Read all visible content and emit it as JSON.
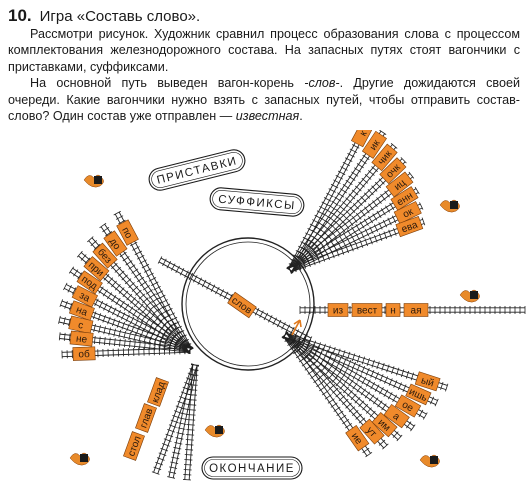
{
  "exercise": {
    "number": "10.",
    "title": "Игра «Составь слово».",
    "paragraph1": "Рассмотри рисунок. Художник сравнил процесс образования слова с процессом комплектования железнодорожного состава. На запасных путях стоят вагончики с приставками, суффиксами.",
    "p2_part1": "На основной путь выведен вагон-корень ",
    "p2_root": "-слов-",
    "p2_part2": ". Другие дожидаются своей очереди. Какие вагончики нужно взять с запасных путей, чтобы отправить состав-слово? Один состав уже отправлен — ",
    "p2_example": "известная",
    "p2_end": "."
  },
  "diagram": {
    "signs": {
      "prefixes": "ПРИСТАВКИ",
      "suffixes": "СУФФИКСЫ",
      "ending": "ОКОНЧАНИЕ"
    },
    "root_wagon": "слов",
    "prefix_wagons": [
      "по",
      "до",
      "без",
      "при",
      "под",
      "за",
      "на",
      "с",
      "не",
      "об"
    ],
    "suffix_wagons": [
      "к",
      "ик",
      "чик",
      "очк",
      "иц",
      "енн",
      "ок",
      "ева"
    ],
    "departed_train": [
      "из",
      "вест",
      "н",
      "ая"
    ],
    "ending_wagons": [
      "ый",
      "ишь",
      "ое",
      "а",
      "им",
      "ут",
      "ие"
    ],
    "bottom_wagons": [
      "стол",
      "глав",
      "клад"
    ],
    "colors": {
      "wagon": "#f08a2b",
      "rail": "#222222",
      "shrub": "#e88a2a"
    }
  }
}
